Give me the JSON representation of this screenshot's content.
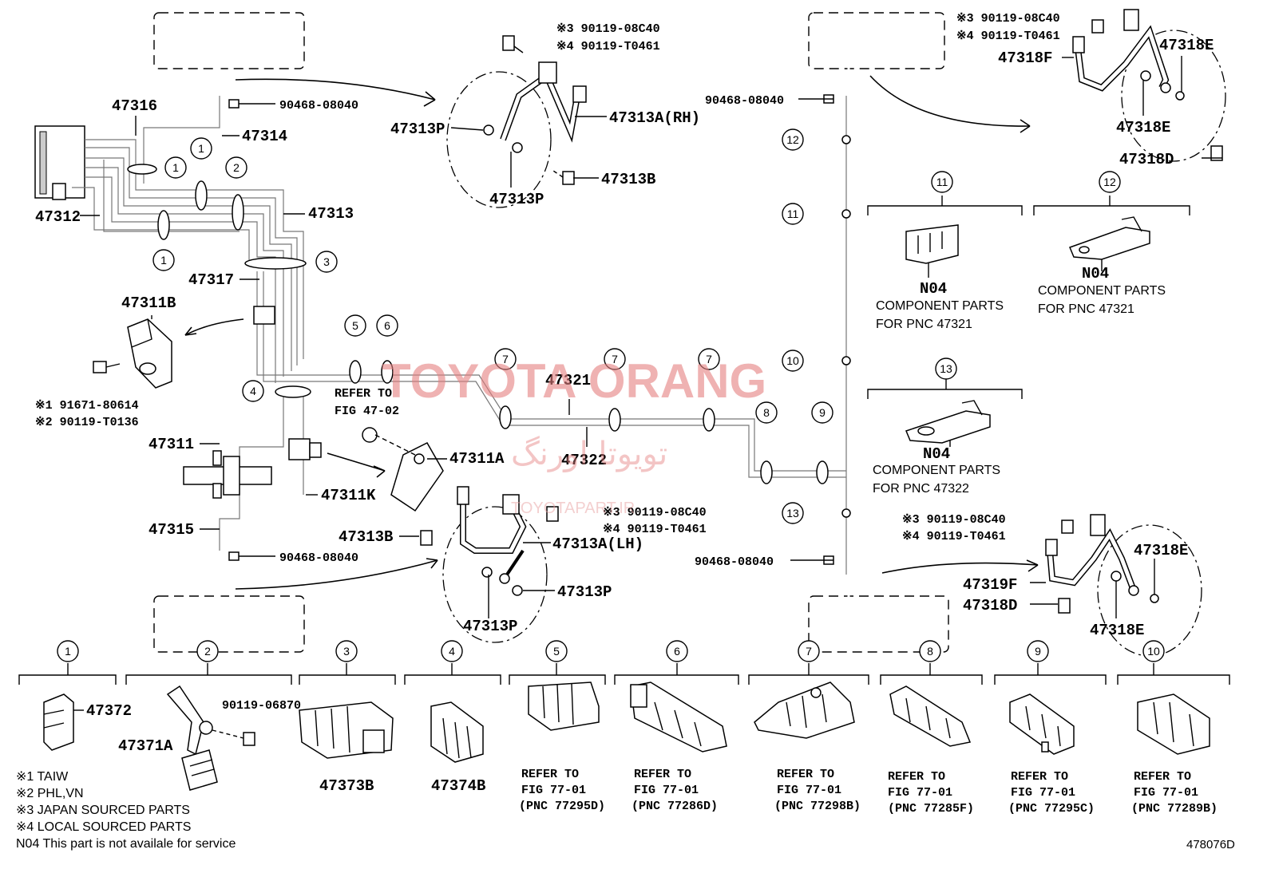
{
  "labels": {
    "p47316": "47316",
    "p47314": "47314",
    "p47312": "47312",
    "p47313": "47313",
    "p47317": "47317",
    "p47311B": "47311B",
    "p47311": "47311",
    "p47311K": "47311K",
    "p47315": "47315",
    "p47311A": "47311A",
    "p47321": "47321",
    "p47322": "47322",
    "p47313P_a": "47313P",
    "p47313P_b": "47313P",
    "p47313A_rh": "47313A(RH)",
    "p47313B_a": "47313B",
    "p47313B_b": "47313B",
    "p47313A_lh": "47313A(LH)",
    "p47313P_c": "47313P",
    "p47313P_d": "47313P",
    "p47318F": "47318F",
    "p47318E_a": "47318E",
    "p47318E_b": "47318E",
    "p47318D_a": "47318D",
    "p47319F": "47319F",
    "p47318D_b": "47318D",
    "p47318E_c": "47318E",
    "p47318E_d": "47318E",
    "bolt_top_left": "90468-08040",
    "bolt_bottom_left": "90468-08040",
    "bolt_top_right": "90468-08040",
    "bolt_bottom_right": "90468-08040",
    "bolt_mid_3": "※3 90119-08C40",
    "bolt_mid_4": "※4 90119-T0461",
    "bolt_tr_3": "※3 90119-08C40",
    "bolt_tr_4": "※4 90119-T0461",
    "bolt_lh_3": "※3 90119-08C40",
    "bolt_lh_4": "※4 90119-T0461",
    "bolt_br_3": "※3 90119-08C40",
    "bolt_br_4": "※4 90119-T0461",
    "bolt_b1": "※1 91671-80614",
    "bolt_b2": "※2 90119-T0136",
    "refer_line1": "REFER TO",
    "refer_line2": "FIG 47-02",
    "n04": "N04",
    "comp_parts": "COMPONENT PARTS",
    "for_47321": "FOR PNC 47321",
    "for_47322": "FOR PNC 47322"
  },
  "callouts": [
    "1",
    "1",
    "1",
    "2",
    "3",
    "4",
    "5",
    "6",
    "7",
    "7",
    "7",
    "8",
    "9",
    "10",
    "11",
    "12",
    "13"
  ],
  "bottom_row": [
    {
      "num": "1",
      "part": "47372"
    },
    {
      "num": "2",
      "part": "47371A",
      "bolt": "90119-06870"
    },
    {
      "num": "3",
      "part": "47373B"
    },
    {
      "num": "4",
      "part": "47374B"
    },
    {
      "num": "5",
      "ref1": "REFER TO",
      "ref2": "FIG 77-01",
      "ref3": "(PNC 77295D)"
    },
    {
      "num": "6",
      "ref1": "REFER TO",
      "ref2": "FIG 77-01",
      "ref3": "(PNC 77286D)"
    },
    {
      "num": "7",
      "ref1": "REFER TO",
      "ref2": "FIG 77-01",
      "ref3": "(PNC 77298B)"
    },
    {
      "num": "8",
      "ref1": "REFER TO",
      "ref2": "FIG 77-01",
      "ref3": "(PNC 77285F)"
    },
    {
      "num": "9",
      "ref1": "REFER TO",
      "ref2": "FIG 77-01",
      "ref3": "(PNC 77295C)"
    },
    {
      "num": "10",
      "ref1": "REFER TO",
      "ref2": "FIG 77-01",
      "ref3": "(PNC 77289B)"
    }
  ],
  "legend": {
    "l1": "※1 TAIW",
    "l2": "※2 PHL,VN",
    "l3": "※3 JAPAN SOURCED PARTS",
    "l4": "※4 LOCAL SOURCED PARTS",
    "l5": "N04  This part is not availale for service"
  },
  "figure_id": "478076D",
  "watermark": {
    "main": "TOYOTA ORANG",
    "persian": "تویوتا اورنگ",
    "site": "TOYOTAPART.IR"
  }
}
